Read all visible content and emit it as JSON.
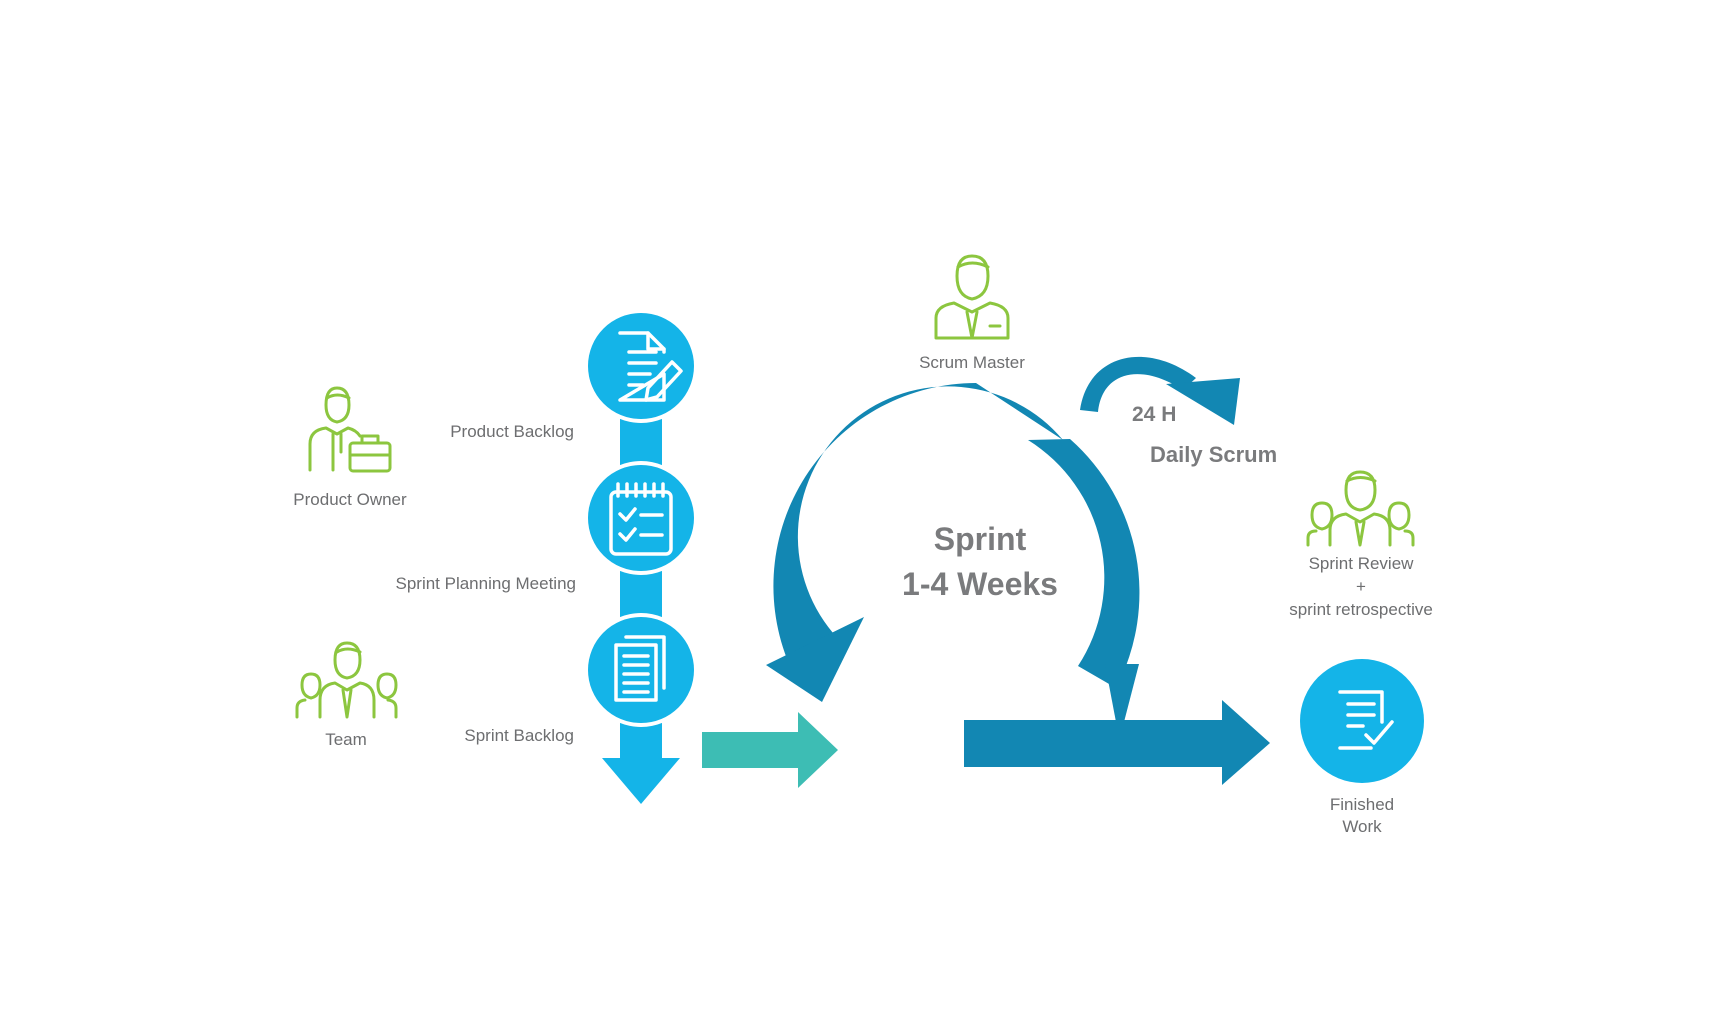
{
  "colors": {
    "light_blue": "#14b4e8",
    "dark_blue": "#1287b3",
    "teal": "#3dbdb4",
    "green": "#8cc63f",
    "text_gray": "#6d6e70"
  },
  "roles": {
    "product_owner": {
      "label": "Product Owner",
      "icon": "businessman-briefcase-icon"
    },
    "team": {
      "label": "Team",
      "icon": "team-icon"
    },
    "scrum_master": {
      "label": "Scrum Master",
      "icon": "person-icon"
    },
    "sprint_review": {
      "label_line1": "Sprint Review",
      "label_line2": "+",
      "label_line3": "sprint retrospective",
      "icon": "group-icon"
    }
  },
  "artifacts": {
    "product_backlog": {
      "label": "Product Backlog",
      "icon": "document-pencil-icon"
    },
    "sprint_planning": {
      "label": "Sprint Planning Meeting",
      "icon": "notepad-checklist-icon"
    },
    "sprint_backlog": {
      "label": "Sprint Backlog",
      "icon": "documents-stack-icon"
    },
    "finished_work": {
      "label_line1": "Finished",
      "label_line2": "Work",
      "icon": "document-check-icon"
    }
  },
  "sprint": {
    "title": "Sprint",
    "duration": "1-4 Weeks",
    "cycle_hours": "24 H",
    "daily": "Daily Scrum"
  }
}
